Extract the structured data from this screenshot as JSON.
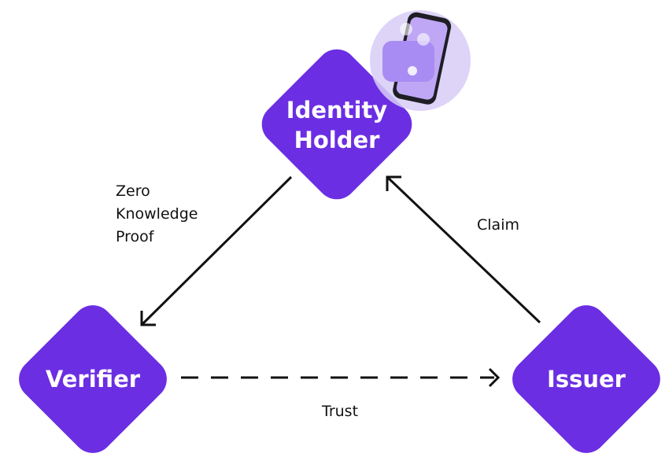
{
  "colors": {
    "node_fill": "#6b2ee3",
    "arrow": "#111111",
    "phone_circle": "#d7cdf7",
    "phone_body": "#1e1e24",
    "phone_screen": "#bfa7f5",
    "wallet": "#a98cf3"
  },
  "nodes": {
    "identity_holder": {
      "line1": "Identity",
      "line2": "Holder"
    },
    "verifier": {
      "label": "Verifier"
    },
    "issuer": {
      "label": "Issuer"
    }
  },
  "edges": {
    "zkp": {
      "line1": "Zero",
      "line2": "Knowledge",
      "line3": "Proof"
    },
    "claim": {
      "label": "Claim"
    },
    "trust": {
      "label": "Trust"
    }
  },
  "illustration": {
    "icon": "phone-wallet-icon"
  }
}
